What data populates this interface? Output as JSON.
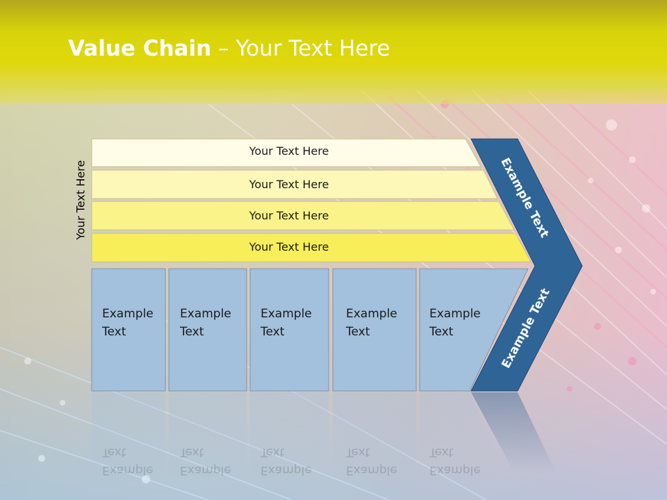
{
  "title": {
    "bold": "Value Chain",
    "rest": " – Your Text Here"
  },
  "side_label": "Your Text Here",
  "support_rows": [
    "Your Text Here",
    "Your Text Here",
    "Your Text Here",
    "Your Text Here"
  ],
  "primary_boxes": [
    "Example\nText",
    "Example\nText",
    "Example\nText",
    "Example\nText",
    "Example\nText"
  ],
  "chevron": {
    "upper_label": "Example Text",
    "lower_label": "Example Text"
  },
  "colors": {
    "title_band": "#e0d80c",
    "chevron": "#2f6497",
    "box_fill": "#a3c0dd",
    "row_light": "#fffde8",
    "row_dark": "#f7ee5a"
  }
}
